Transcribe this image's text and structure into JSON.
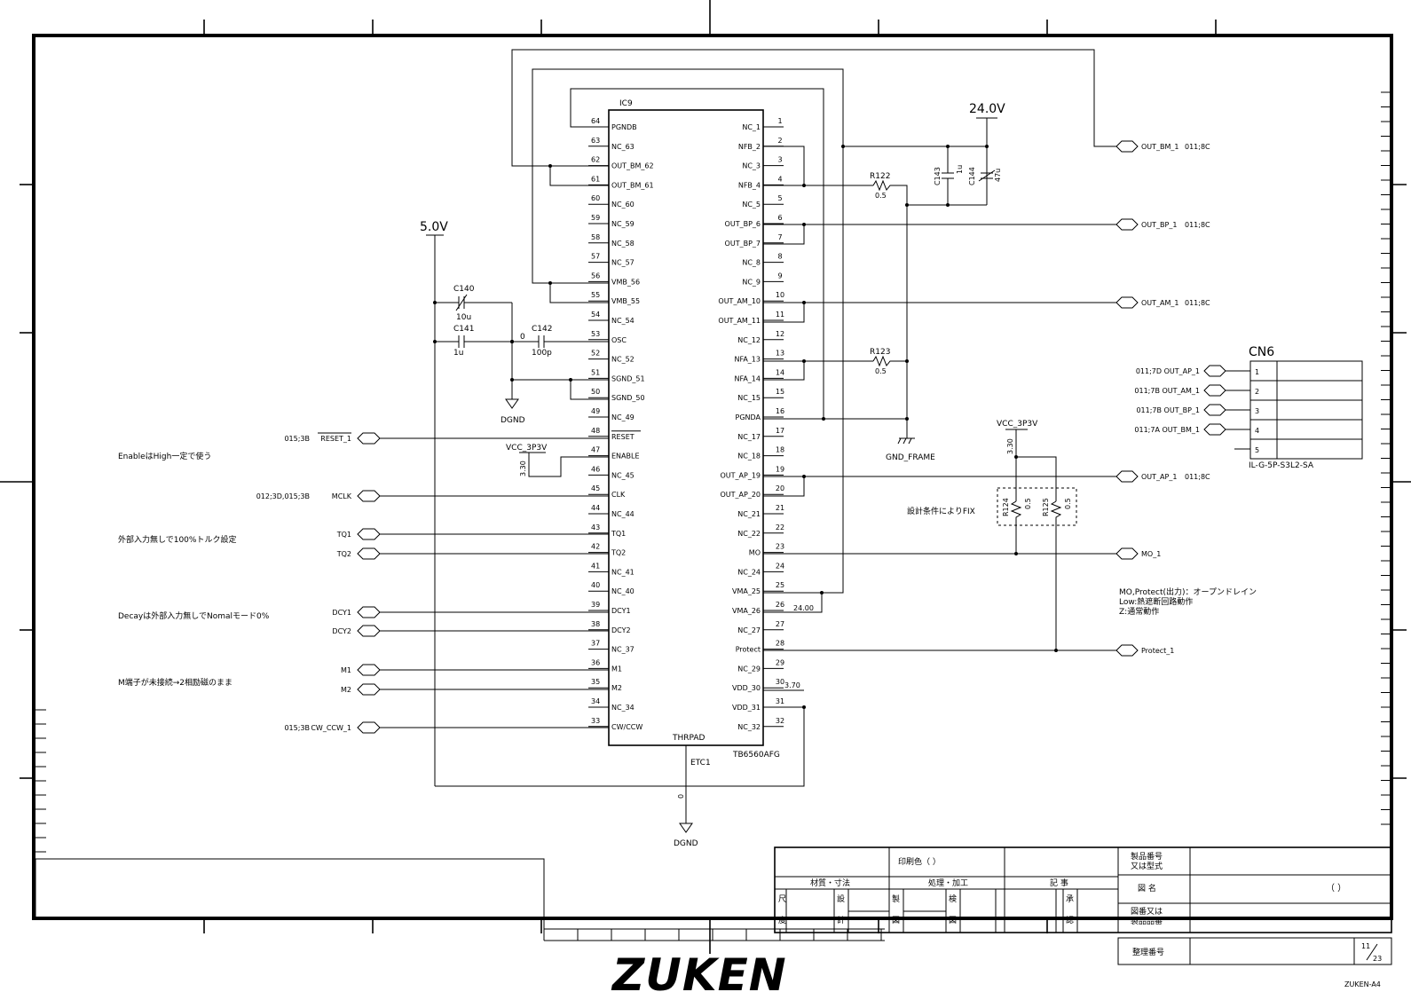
{
  "ic": {
    "ref": "IC9",
    "part": "TB6560AFG",
    "thermal_pad": "THRPAD",
    "thermal_net": "ETC1",
    "thermal_net_value": "0",
    "left_pins": [
      {
        "num": "64",
        "name": "PGNDB"
      },
      {
        "num": "63",
        "name": "NC_63"
      },
      {
        "num": "62",
        "name": "OUT_BM_62"
      },
      {
        "num": "61",
        "name": "OUT_BM_61"
      },
      {
        "num": "60",
        "name": "NC_60"
      },
      {
        "num": "59",
        "name": "NC_59"
      },
      {
        "num": "58",
        "name": "NC_58"
      },
      {
        "num": "57",
        "name": "NC_57"
      },
      {
        "num": "56",
        "name": "VMB_56"
      },
      {
        "num": "55",
        "name": "VMB_55"
      },
      {
        "num": "54",
        "name": "NC_54"
      },
      {
        "num": "53",
        "name": "OSC"
      },
      {
        "num": "52",
        "name": "NC_52"
      },
      {
        "num": "51",
        "name": "SGND_51"
      },
      {
        "num": "50",
        "name": "SGND_50"
      },
      {
        "num": "49",
        "name": "NC_49"
      },
      {
        "num": "48",
        "name": "RESET"
      },
      {
        "num": "47",
        "name": "ENABLE"
      },
      {
        "num": "46",
        "name": "NC_45"
      },
      {
        "num": "45",
        "name": "CLK"
      },
      {
        "num": "44",
        "name": "NC_44"
      },
      {
        "num": "43",
        "name": "TQ1"
      },
      {
        "num": "42",
        "name": "TQ2"
      },
      {
        "num": "41",
        "name": "NC_41"
      },
      {
        "num": "40",
        "name": "NC_40"
      },
      {
        "num": "39",
        "name": "DCY1"
      },
      {
        "num": "38",
        "name": "DCY2"
      },
      {
        "num": "37",
        "name": "NC_37"
      },
      {
        "num": "36",
        "name": "M1"
      },
      {
        "num": "35",
        "name": "M2"
      },
      {
        "num": "34",
        "name": "NC_34"
      },
      {
        "num": "33",
        "name": "CW/CCW"
      }
    ],
    "right_pins": [
      {
        "num": "1",
        "name": "NC_1"
      },
      {
        "num": "2",
        "name": "NFB_2"
      },
      {
        "num": "3",
        "name": "NC_3"
      },
      {
        "num": "4",
        "name": "NFB_4"
      },
      {
        "num": "5",
        "name": "NC_5"
      },
      {
        "num": "6",
        "name": "OUT_BP_6"
      },
      {
        "num": "7",
        "name": "OUT_BP_7"
      },
      {
        "num": "8",
        "name": "NC_8"
      },
      {
        "num": "9",
        "name": "NC_9"
      },
      {
        "num": "10",
        "name": "OUT_AM_10"
      },
      {
        "num": "11",
        "name": "OUT_AM_11"
      },
      {
        "num": "12",
        "name": "NC_12"
      },
      {
        "num": "13",
        "name": "NFA_13"
      },
      {
        "num": "14",
        "name": "NFA_14"
      },
      {
        "num": "15",
        "name": "NC_15"
      },
      {
        "num": "16",
        "name": "PGNDA"
      },
      {
        "num": "17",
        "name": "NC_17"
      },
      {
        "num": "18",
        "name": "NC_18"
      },
      {
        "num": "19",
        "name": "OUT_AP_19"
      },
      {
        "num": "20",
        "name": "OUT_AP_20"
      },
      {
        "num": "21",
        "name": "NC_21"
      },
      {
        "num": "22",
        "name": "NC_22"
      },
      {
        "num": "23",
        "name": "MO"
      },
      {
        "num": "24",
        "name": "NC_24"
      },
      {
        "num": "25",
        "name": "VMA_25"
      },
      {
        "num": "26",
        "name": "VMA_26"
      },
      {
        "num": "27",
        "name": "NC_27"
      },
      {
        "num": "28",
        "name": "Protect"
      },
      {
        "num": "29",
        "name": "NC_29"
      },
      {
        "num": "30",
        "name": "VDD_30"
      },
      {
        "num": "31",
        "name": "VDD_31"
      },
      {
        "num": "32",
        "name": "NC_32"
      }
    ]
  },
  "power": {
    "v5": "5.0V",
    "v24": "24.0V",
    "vcc_a": "VCC_3P3V",
    "vcc_a_value": "3.30",
    "vcc_b": "VCC_3P3V",
    "vcc_b_value": "3.30",
    "dgnd_a": "DGND",
    "dgnd_b": "DGND",
    "gnd_frame": "GND_FRAME",
    "net_osc": "0",
    "net_vma": "24.00",
    "net_vdd": "3.70"
  },
  "components": {
    "c140": {
      "ref": "C140",
      "value": "10u"
    },
    "c141": {
      "ref": "C141",
      "value": "1u"
    },
    "c142": {
      "ref": "C142",
      "value": "100p"
    },
    "c143": {
      "ref": "C143",
      "value": "1u"
    },
    "c144": {
      "ref": "C144",
      "value": "47u"
    },
    "r122": {
      "ref": "R122",
      "value": "0.5"
    },
    "r123": {
      "ref": "R123",
      "value": "0.5"
    },
    "r124": {
      "ref": "R124",
      "value": "0.5"
    },
    "r125": {
      "ref": "R125",
      "value": "0.5"
    }
  },
  "left_ports": [
    {
      "ref": "015;3B",
      "name": "RESET_1"
    },
    {
      "ref": "012;3D,015;3B",
      "name": "MCLK"
    },
    {
      "ref": "",
      "name": "TQ1"
    },
    {
      "ref": "",
      "name": "TQ2"
    },
    {
      "ref": "",
      "name": "DCY1"
    },
    {
      "ref": "",
      "name": "DCY2"
    },
    {
      "ref": "",
      "name": "M1"
    },
    {
      "ref": "",
      "name": "M2"
    },
    {
      "ref": "015;3B",
      "name": "CW_CCW_1"
    }
  ],
  "right_ports": [
    {
      "name": "OUT_BM_1",
      "ref": "011;8C"
    },
    {
      "name": "OUT_BP_1",
      "ref": "011;8C"
    },
    {
      "name": "OUT_AM_1",
      "ref": "011;8C"
    },
    {
      "name": "OUT_AP_1",
      "ref": "011;8C"
    },
    {
      "name": "MO_1",
      "ref": ""
    },
    {
      "name": "Protect_1",
      "ref": ""
    }
  ],
  "connector": {
    "ref": "CN6",
    "part": "IL-G-5P-S3L2-SA",
    "pins": [
      {
        "num": "1",
        "net": "011;7D  OUT_AP_1"
      },
      {
        "num": "2",
        "net": "011;7B  OUT_AM_1"
      },
      {
        "num": "3",
        "net": "011;7B  OUT_BP_1"
      },
      {
        "num": "4",
        "net": "011;7A  OUT_BM_1"
      },
      {
        "num": "5",
        "net": ""
      }
    ]
  },
  "notes": {
    "enable": "EnableはHigh一定で使う",
    "torque": "外部入力無しで100%トルク設定",
    "decay": "Decayは外部入力無しでNomalモード0%",
    "m_pins": "M端子が未接続→2相励磁のまま",
    "fix": "設計条件によりFIX",
    "mo_line1": "MO,Protect(出力)：オープンドレイン",
    "mo_line2": "Low:熱遮断回路動作",
    "mo_line3": "Z:通常動作"
  },
  "title_block": {
    "print_color": "印刷色（ ）",
    "material": "材質・寸法",
    "process": "処理・加工",
    "record": "記 事",
    "product_no_1": "製品番号",
    "product_no_2": "又は型式",
    "drawing_name": "図 名",
    "drawing_paren": "（     ）",
    "drawing_no_1": "図番又は",
    "drawing_no_2": "製品品番",
    "ref_no": "整理番号",
    "dim_1": "尺",
    "dim_2": "度",
    "design_1": "設",
    "design_2": "計",
    "draft_1": "製",
    "draft_2": "図",
    "check_1": "検",
    "check_2": "図",
    "approve_1": "承",
    "approve_2": "認",
    "sheet": "11",
    "sheet_total": "23",
    "logo": "ZUKEN",
    "format": "ZUKEN-A4"
  }
}
